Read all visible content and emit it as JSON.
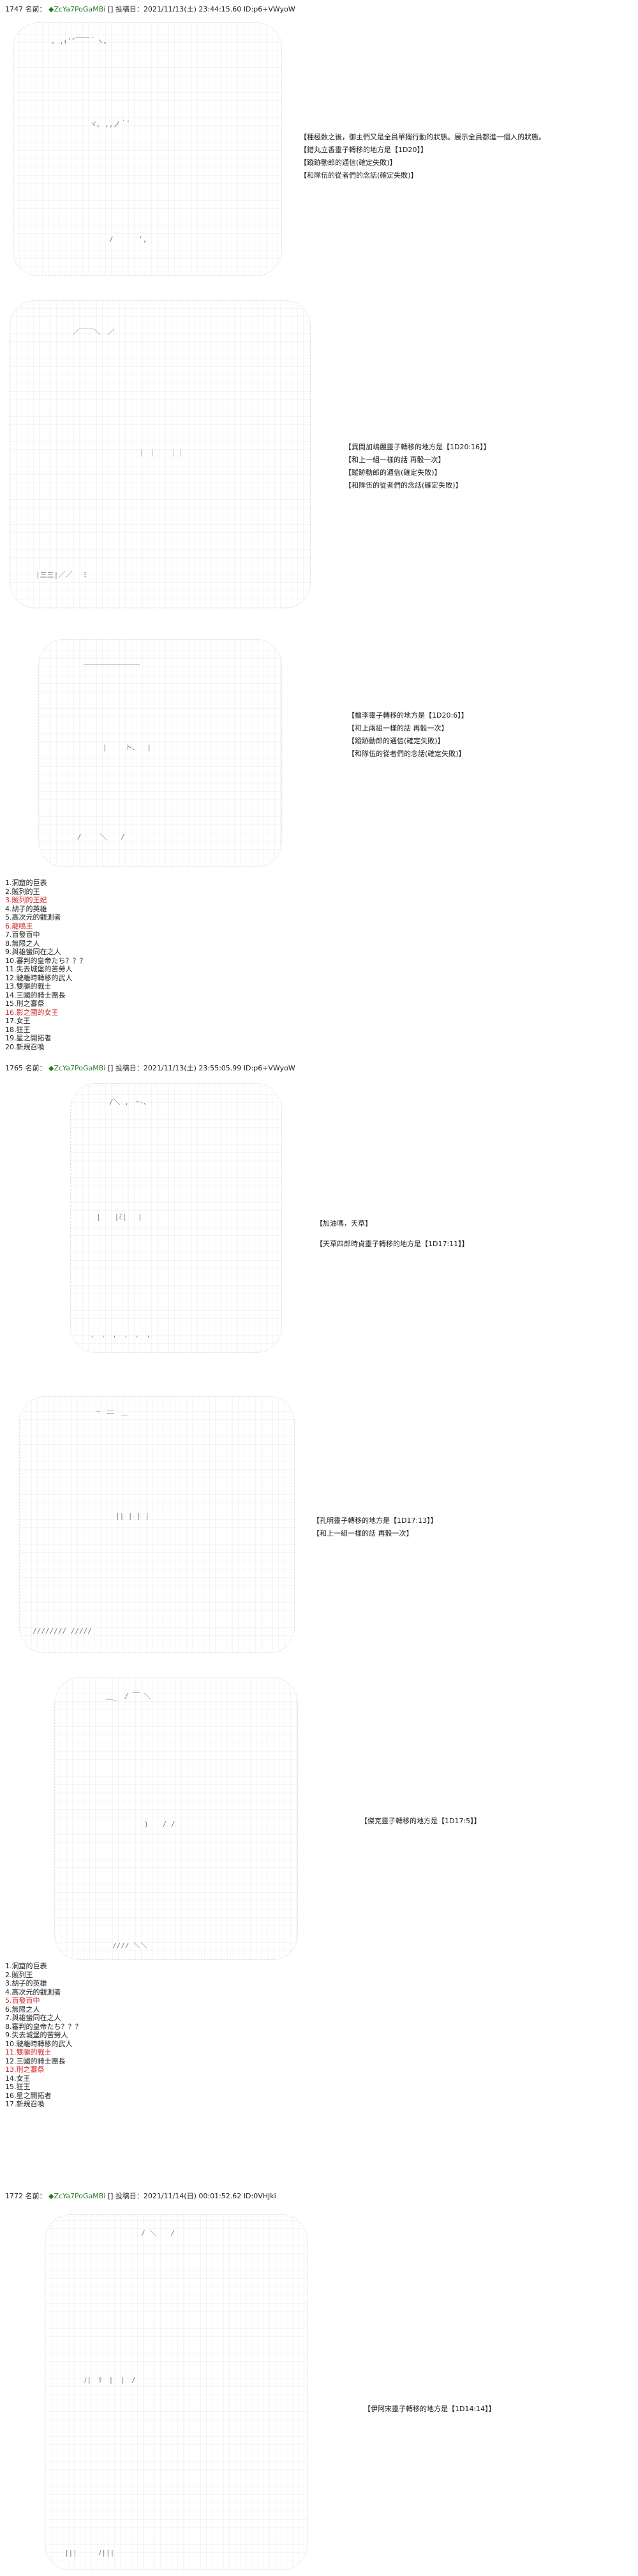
{
  "posts": [
    {
      "header": {
        "number": "1747",
        "name_label": "名前：",
        "trip": "◆ZcYa7PoGaMBi",
        "date": "[] 投稿日：2021/11/13(土) 23:44:15.60 ID:p6+VWyoW"
      },
      "notes": [
        [
          "【種極数之後，御主們又是全員單獨行動的狀態。展示全員都進一個人的狀態。",
          "【錯丸立香靈子轉移的地方是【1D20】】",
          "【蹤跡動郎的通信(確定失敗)】",
          "【和隊伍的從者們的念話(確定失敗)】"
        ],
        [
          "【異間加嶋麗靈子轉移的地方是【1D20:16】】",
          "【和上一組一樣的話 再骰一次】",
          "【蹤跡動郎的通信(確定失敗)】",
          "【和隊伍的從者們的念話(確定失敗)】"
        ],
        [
          "【檀李靈子轉移的地方是【1D20:6】】",
          "【和上兩組一樣的話 再骰一次】",
          "【蹤跡動郎的通信(確定失敗)】",
          "【和隊伍的從者們的念話(確定失敗)】"
        ]
      ],
      "list": [
        {
          "text": "1.洞窟的巨表",
          "red": false
        },
        {
          "text": "2.賊列的王",
          "red": false
        },
        {
          "text": "3.賊列的王妃",
          "red": true
        },
        {
          "text": "4.胡子的英雄",
          "red": false
        },
        {
          "text": "5.高次元的觀測者",
          "red": false
        },
        {
          "text": "6.龍鳴王",
          "red": true
        },
        {
          "text": "7.百發百中",
          "red": false
        },
        {
          "text": "8.無限之人",
          "red": false
        },
        {
          "text": "9.與雄蠻同在之人",
          "red": false
        },
        {
          "text": "10.審判的皇帝たち？？？",
          "red": false
        },
        {
          "text": "11.失去城堡的苦勞人",
          "red": false
        },
        {
          "text": "12.駛離時轉移的武人",
          "red": false
        },
        {
          "text": "13.雙腿的戰士",
          "red": false
        },
        {
          "text": "14.三國的騎士團長",
          "red": false
        },
        {
          "text": "15.刑之審祭",
          "red": false
        },
        {
          "text": "16.影之國的女王",
          "red": true
        },
        {
          "text": "17.女王",
          "red": false
        },
        {
          "text": "18.狂王",
          "red": false
        },
        {
          "text": "19.星之開拓者",
          "red": false
        },
        {
          "text": "20.新規召喚",
          "red": false
        }
      ]
    },
    {
      "header": {
        "number": "1765",
        "name_label": "名前：",
        "trip": "◆ZcYa7PoGaMBi",
        "date": "[] 投稿日：2021/11/13(土) 23:55:05.99 ID:p6+VWyoW"
      },
      "notes": [
        [
          "【加油嗎，天草】",
          "【天草四郎時貞靈子轉移的地方是【1D17:11】】"
        ],
        [
          "【孔明靈子轉移的地方是【1D17:13】】",
          "【和上一組一樣的話 再骰一次】"
        ],
        [
          "【傑克靈子轉移的地方是【1D17:5】】"
        ]
      ],
      "list": [
        {
          "text": "1.洞窟的巨表",
          "red": false
        },
        {
          "text": "2.賊列王",
          "red": false
        },
        {
          "text": "3.胡子的英雄",
          "red": false
        },
        {
          "text": "4.高次元的觀測者",
          "red": false
        },
        {
          "text": "5.百發百中",
          "red": true
        },
        {
          "text": "6.無限之人",
          "red": false
        },
        {
          "text": "7.與雄蠻同在之人",
          "red": false
        },
        {
          "text": "8.審判的皇帝たち？？？",
          "red": false
        },
        {
          "text": "9.失去城堡的苦勞人",
          "red": false
        },
        {
          "text": "10.駛離時轉移的武人",
          "red": false
        },
        {
          "text": "11.雙腿的戰士",
          "red": true
        },
        {
          "text": "12.三國的騎士團長",
          "red": false
        },
        {
          "text": "13.刑之審祭",
          "red": true
        },
        {
          "text": "14.女王",
          "red": false
        },
        {
          "text": "15.狂王",
          "red": false
        },
        {
          "text": "16.星之開拓者",
          "red": false
        },
        {
          "text": "17.新規召喚",
          "red": false
        }
      ]
    },
    {
      "header": {
        "number": "1772",
        "name_label": "名前：",
        "trip": "◆ZcYa7PoGaMBi",
        "date": "[] 投稿日：2021/11/14(日) 00:01:52.62 ID:0VHJki"
      },
      "notes": [
        [
          "【伊阿宋靈子轉移的地方是【1D14:14】】"
        ]
      ],
      "list": []
    }
  ]
}
